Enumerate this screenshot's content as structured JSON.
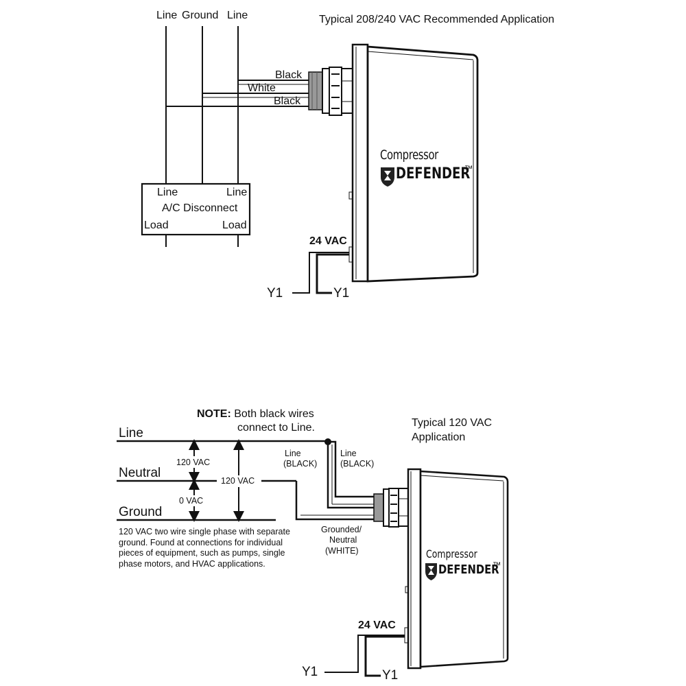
{
  "top_diagram": {
    "title": "Typical 208/240 VAC Recommended Application",
    "supply_labels": [
      "Line",
      "Ground",
      "Line"
    ],
    "wire_labels": [
      "Black",
      "White",
      "Black"
    ],
    "disconnect": {
      "line_left": "Line",
      "line_right": "Line",
      "name": "A/C Disconnect",
      "load_left": "Load",
      "load_right": "Load"
    },
    "device": {
      "brand_top": "Compressor",
      "brand_main": "DEFENDER",
      "trademark": "™"
    },
    "control": {
      "voltage": "24 VAC",
      "terminal_left": "Y1",
      "terminal_right": "Y1"
    }
  },
  "bottom_diagram": {
    "title_line1": "Typical 120 VAC",
    "title_line2": "Application",
    "note_bold": "NOTE:",
    "note_line1": "Both black wires",
    "note_line2": "connect to Line.",
    "bus_labels": {
      "line": "Line",
      "neutral": "Neutral",
      "ground": "Ground"
    },
    "voltages": {
      "line_to_neutral": "120 VAC",
      "neutral_to_ground": "0 VAC",
      "line_to_ground": "120 VAC"
    },
    "wire_labels": {
      "line_left_1": "Line",
      "line_left_2": "(BLACK)",
      "line_right_1": "Line",
      "line_right_2": "(BLACK)",
      "neutral_1": "Grounded/",
      "neutral_2": "Neutral",
      "neutral_3": "(WHITE)"
    },
    "description": "120 VAC two wire single phase with separate ground. Found at connections for individual pieces of equipment, such as pumps, single phase motors, and HVAC applications.",
    "device": {
      "brand_top": "Compressor",
      "brand_main": "DEFENDER",
      "trademark": "™"
    },
    "control": {
      "voltage": "24 VAC",
      "terminal_left": "Y1",
      "terminal_right": "Y1"
    }
  }
}
